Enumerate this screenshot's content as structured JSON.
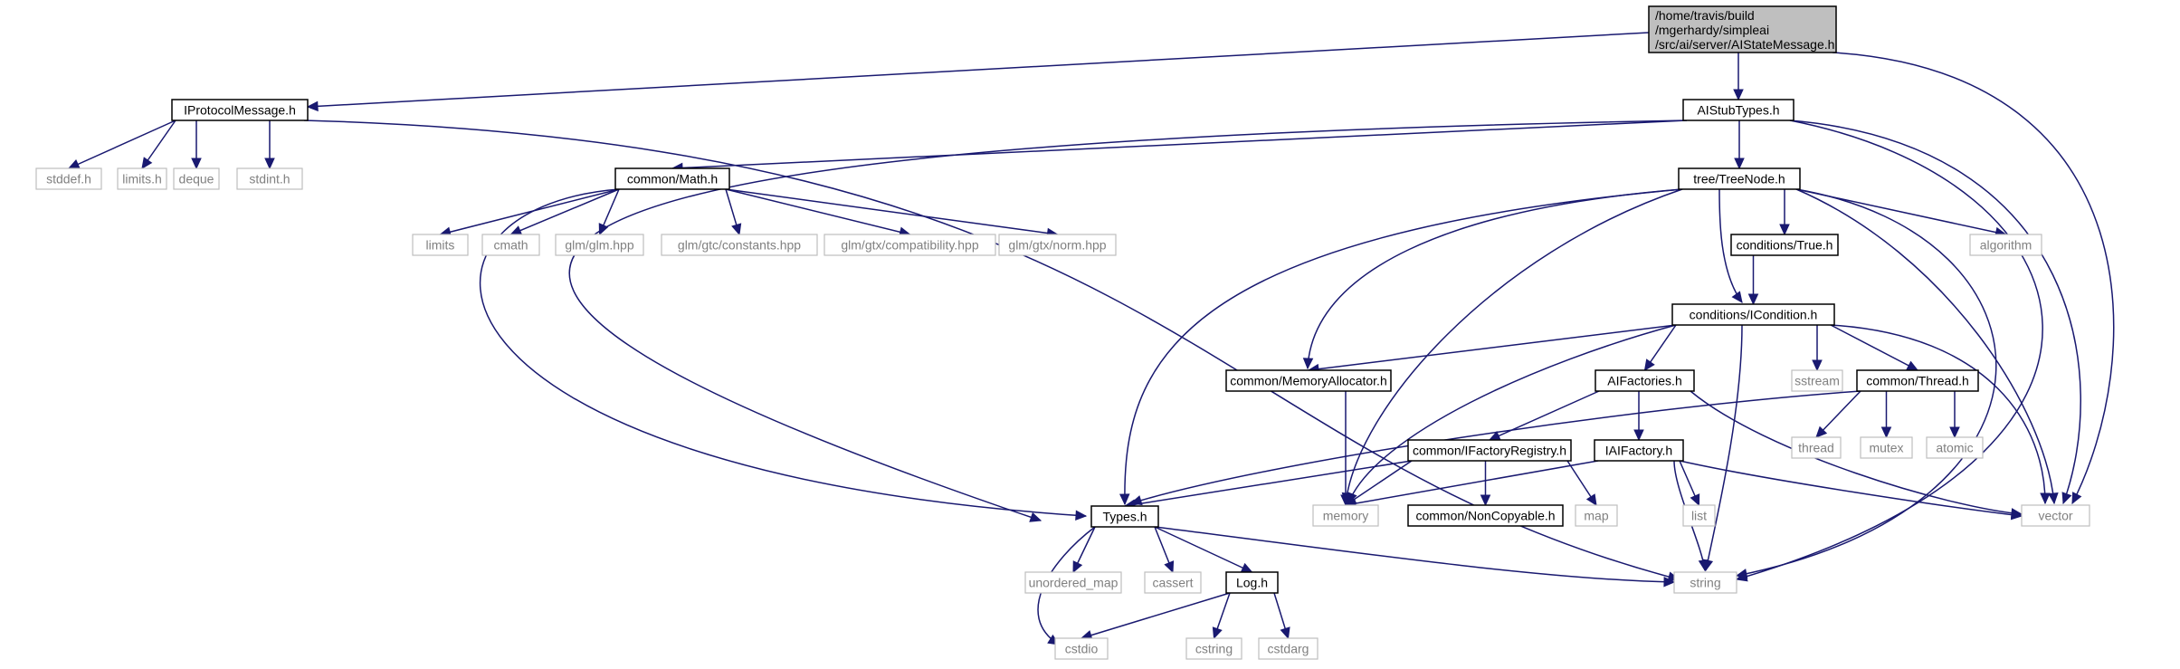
{
  "graph": {
    "root": {
      "id": "root",
      "lines": [
        "/home/travis/build",
        "/mgerhardy/simpleai",
        "/src/ai/server/AIStateMessage.h"
      ]
    },
    "nodes": [
      {
        "id": "IProtocolMessage",
        "label": "IProtocolMessage.h",
        "kind": "documented"
      },
      {
        "id": "AIStubTypes",
        "label": "AIStubTypes.h",
        "kind": "documented"
      },
      {
        "id": "stddef",
        "label": "stddef.h",
        "kind": "external"
      },
      {
        "id": "limits_h",
        "label": "limits.h",
        "kind": "external"
      },
      {
        "id": "deque",
        "label": "deque",
        "kind": "external"
      },
      {
        "id": "stdint",
        "label": "stdint.h",
        "kind": "external"
      },
      {
        "id": "Math",
        "label": "common/Math.h",
        "kind": "documented"
      },
      {
        "id": "TreeNode",
        "label": "tree/TreeNode.h",
        "kind": "documented"
      },
      {
        "id": "limits",
        "label": "limits",
        "kind": "external"
      },
      {
        "id": "cmath",
        "label": "cmath",
        "kind": "external"
      },
      {
        "id": "glm",
        "label": "glm/glm.hpp",
        "kind": "external"
      },
      {
        "id": "constants",
        "label": "glm/gtc/constants.hpp",
        "kind": "external"
      },
      {
        "id": "compat",
        "label": "glm/gtx/compatibility.hpp",
        "kind": "external"
      },
      {
        "id": "norm",
        "label": "glm/gtx/norm.hpp",
        "kind": "external"
      },
      {
        "id": "True",
        "label": "conditions/True.h",
        "kind": "documented"
      },
      {
        "id": "algorithm",
        "label": "algorithm",
        "kind": "external"
      },
      {
        "id": "ICondition",
        "label": "conditions/ICondition.h",
        "kind": "documented"
      },
      {
        "id": "MemAlloc",
        "label": "common/MemoryAllocator.h",
        "kind": "documented"
      },
      {
        "id": "AIFactories",
        "label": "AIFactories.h",
        "kind": "documented"
      },
      {
        "id": "sstream",
        "label": "sstream",
        "kind": "external"
      },
      {
        "id": "Thread",
        "label": "common/Thread.h",
        "kind": "documented"
      },
      {
        "id": "IFactReg",
        "label": "common/IFactoryRegistry.h",
        "kind": "documented"
      },
      {
        "id": "IAIFactory",
        "label": "IAIFactory.h",
        "kind": "documented"
      },
      {
        "id": "thread",
        "label": "thread",
        "kind": "external"
      },
      {
        "id": "mutex",
        "label": "mutex",
        "kind": "external"
      },
      {
        "id": "atomic",
        "label": "atomic",
        "kind": "external"
      },
      {
        "id": "Types",
        "label": "Types.h",
        "kind": "documented"
      },
      {
        "id": "memory",
        "label": "memory",
        "kind": "external"
      },
      {
        "id": "NonCopy",
        "label": "common/NonCopyable.h",
        "kind": "documented"
      },
      {
        "id": "map",
        "label": "map",
        "kind": "external"
      },
      {
        "id": "list",
        "label": "list",
        "kind": "external"
      },
      {
        "id": "vector",
        "label": "vector",
        "kind": "external"
      },
      {
        "id": "unordered_map",
        "label": "unordered_map",
        "kind": "external"
      },
      {
        "id": "cassert",
        "label": "cassert",
        "kind": "external"
      },
      {
        "id": "Log",
        "label": "Log.h",
        "kind": "documented"
      },
      {
        "id": "string",
        "label": "string",
        "kind": "external"
      },
      {
        "id": "cstdio",
        "label": "cstdio",
        "kind": "external"
      },
      {
        "id": "cstring",
        "label": "cstring",
        "kind": "external"
      },
      {
        "id": "cstdarg",
        "label": "cstdarg",
        "kind": "external"
      }
    ],
    "edges": [
      [
        "root",
        "IProtocolMessage"
      ],
      [
        "root",
        "AIStubTypes"
      ],
      [
        "root",
        "vector"
      ],
      [
        "IProtocolMessage",
        "stddef"
      ],
      [
        "IProtocolMessage",
        "limits_h"
      ],
      [
        "IProtocolMessage",
        "deque"
      ],
      [
        "IProtocolMessage",
        "stdint"
      ],
      [
        "IProtocolMessage",
        "string"
      ],
      [
        "AIStubTypes",
        "Types"
      ],
      [
        "AIStubTypes",
        "Math"
      ],
      [
        "AIStubTypes",
        "TreeNode"
      ],
      [
        "AIStubTypes",
        "vector"
      ],
      [
        "AIStubTypes",
        "string"
      ],
      [
        "Math",
        "limits"
      ],
      [
        "Math",
        "cmath"
      ],
      [
        "Math",
        "glm"
      ],
      [
        "Math",
        "constants"
      ],
      [
        "Math",
        "compat"
      ],
      [
        "Math",
        "norm"
      ],
      [
        "Math",
        "Types"
      ],
      [
        "TreeNode",
        "Types"
      ],
      [
        "TreeNode",
        "MemAlloc"
      ],
      [
        "TreeNode",
        "memory"
      ],
      [
        "TreeNode",
        "True"
      ],
      [
        "TreeNode",
        "ICondition"
      ],
      [
        "TreeNode",
        "algorithm"
      ],
      [
        "TreeNode",
        "vector"
      ],
      [
        "TreeNode",
        "string"
      ],
      [
        "True",
        "ICondition"
      ],
      [
        "ICondition",
        "MemAlloc"
      ],
      [
        "ICondition",
        "memory"
      ],
      [
        "ICondition",
        "AIFactories"
      ],
      [
        "ICondition",
        "sstream"
      ],
      [
        "ICondition",
        "Thread"
      ],
      [
        "ICondition",
        "vector"
      ],
      [
        "ICondition",
        "string"
      ],
      [
        "MemAlloc",
        "memory"
      ],
      [
        "AIFactories",
        "IFactReg"
      ],
      [
        "AIFactories",
        "IAIFactory"
      ],
      [
        "AIFactories",
        "vector"
      ],
      [
        "Thread",
        "thread"
      ],
      [
        "Thread",
        "mutex"
      ],
      [
        "Thread",
        "atomic"
      ],
      [
        "Thread",
        "Types"
      ],
      [
        "IFactReg",
        "Types"
      ],
      [
        "IFactReg",
        "memory"
      ],
      [
        "IFactReg",
        "NonCopy"
      ],
      [
        "IFactReg",
        "map"
      ],
      [
        "IAIFactory",
        "memory"
      ],
      [
        "IAIFactory",
        "list"
      ],
      [
        "IAIFactory",
        "vector"
      ],
      [
        "IAIFactory",
        "string"
      ],
      [
        "Types",
        "unordered_map"
      ],
      [
        "Types",
        "cassert"
      ],
      [
        "Types",
        "Log"
      ],
      [
        "Types",
        "cstdio"
      ],
      [
        "Types",
        "string"
      ],
      [
        "Log",
        "cstdio"
      ],
      [
        "Log",
        "cstring"
      ],
      [
        "Log",
        "cstdarg"
      ]
    ]
  }
}
